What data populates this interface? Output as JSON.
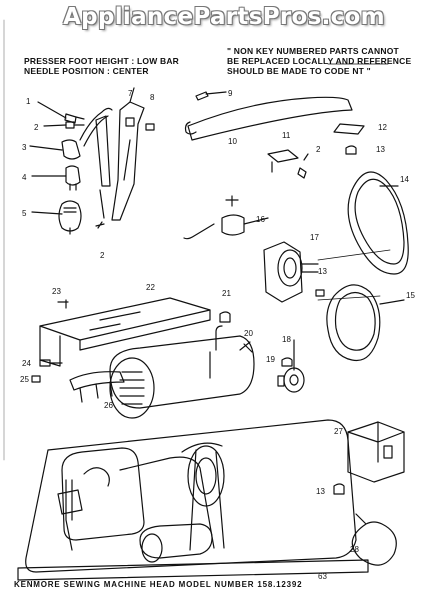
{
  "watermark": "AppliancePartsPros.com",
  "notes": {
    "presser_line1": "PRESSER FOOT HEIGHT : LOW BAR",
    "presser_line2": "NEEDLE POSITION : CENTER",
    "non_key_line1": "\" NON KEY NUMBERED PARTS CANNOT",
    "non_key_line2": "BE REPLACED LOCALLY AND REFERENCE",
    "non_key_line3": "SHOULD BE MADE TO CODE NT \""
  },
  "footer": {
    "model_caption": "KENMORE SEWING MACHINE HEAD MODEL NUMBER 158.12392",
    "page_number": "63"
  },
  "callouts": [
    "1",
    "2",
    "3",
    "4",
    "5",
    "7",
    "8",
    "9",
    "10",
    "11",
    "2",
    "12",
    "13",
    "14",
    "16",
    "17",
    "13",
    "15",
    "2",
    "18",
    "19",
    "20",
    "21",
    "22",
    "23",
    "24",
    "25",
    "26",
    "27",
    "13",
    "28"
  ]
}
